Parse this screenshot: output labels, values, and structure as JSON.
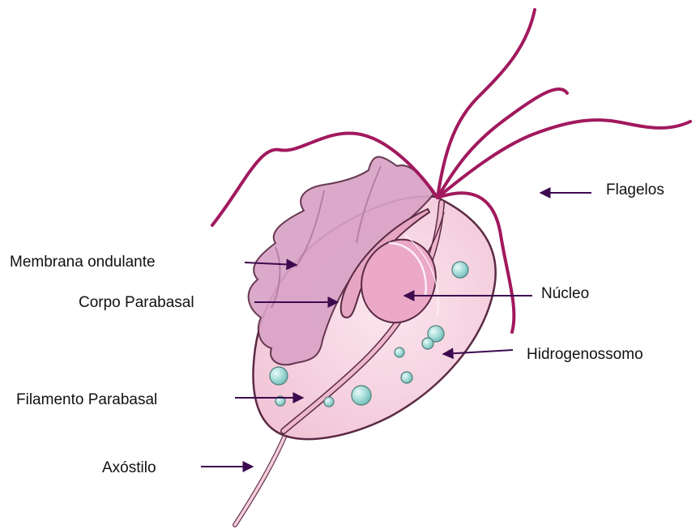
{
  "labels": {
    "flagelos": "Flagelos",
    "membrana_ondulante": "Membrana ondulante",
    "nucleo": "Núcleo",
    "corpo_parabasal": "Corpo Parabasal",
    "hidrogenossomo": "Hidrogenossomo",
    "filamento_parabasal": "Filamento Parabasal",
    "axostilo": "Axóstilo"
  },
  "colors": {
    "flagella": "#a1195e",
    "arrow": "#3d0a4f",
    "body_fill": "#f6d3e0",
    "membrane_fill": "#d9a3c6",
    "nucleus_fill": "#eba9c7",
    "granule_fill": "#9fd8d4"
  }
}
